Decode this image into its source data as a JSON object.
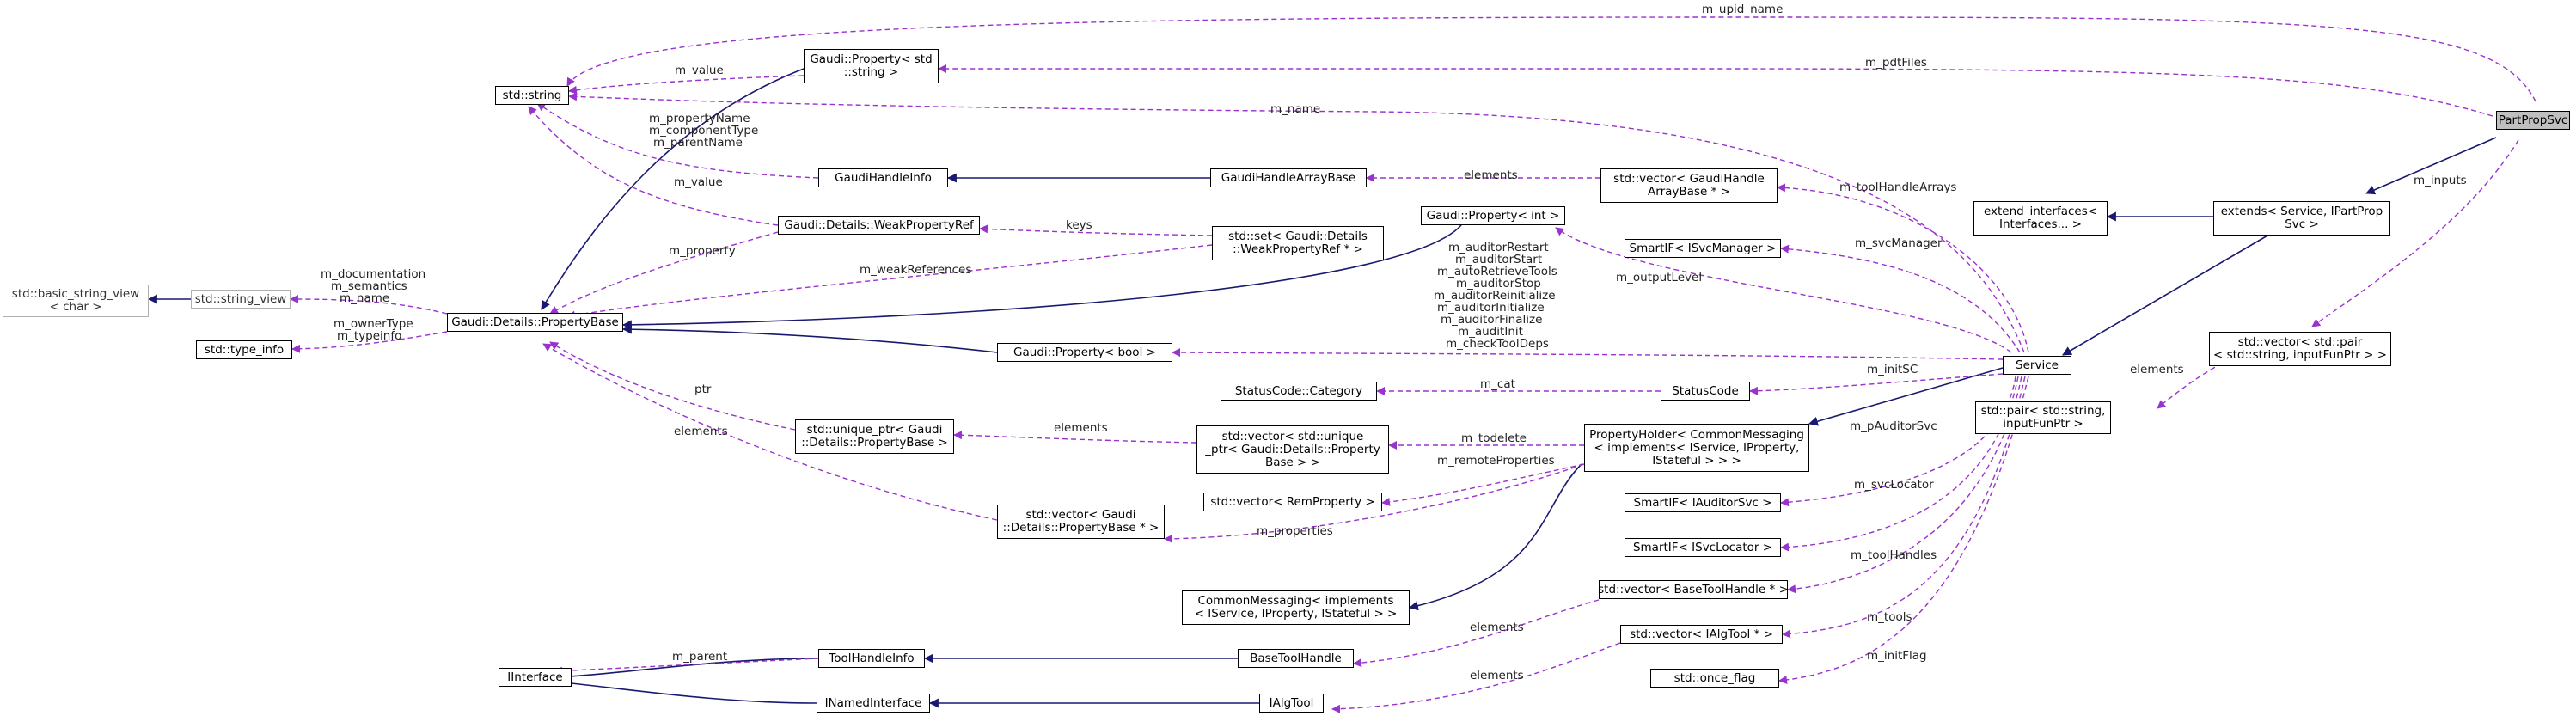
{
  "nodes": {
    "partpropsvc": {
      "lines": [
        "PartPropSvc"
      ]
    },
    "std_string": {
      "lines": [
        "std::string"
      ]
    },
    "prop_string": {
      "lines": [
        "Gaudi::Property< std",
        "::string >"
      ]
    },
    "gaudi_handle_info": {
      "lines": [
        "GaudiHandleInfo"
      ]
    },
    "gaudi_handle_array_base": {
      "lines": [
        "GaudiHandleArrayBase"
      ]
    },
    "vec_handle_array": {
      "lines": [
        "std::vector< GaudiHandle",
        "ArrayBase * >"
      ]
    },
    "weak_property_ref": {
      "lines": [
        "Gaudi::Details::WeakPropertyRef"
      ]
    },
    "set_weak": {
      "lines": [
        "std::set< Gaudi::Details",
        "::WeakPropertyRef * >"
      ]
    },
    "prop_int": {
      "lines": [
        "Gaudi::Property< int >"
      ]
    },
    "smart_svcmanager": {
      "lines": [
        "SmartIF< ISvcManager >"
      ]
    },
    "extend_interfaces": {
      "lines": [
        "extend_interfaces<",
        "Interfaces... >"
      ]
    },
    "extends_service": {
      "lines": [
        "extends< Service, IPartProp",
        "Svc >"
      ]
    },
    "basic_string_view": {
      "lines": [
        "std::basic_string_view",
        "< char >"
      ]
    },
    "string_view": {
      "lines": [
        "std::string_view"
      ]
    },
    "property_base": {
      "lines": [
        "Gaudi::Details::PropertyBase"
      ]
    },
    "type_info": {
      "lines": [
        "std::type_info"
      ]
    },
    "prop_bool": {
      "lines": [
        "Gaudi::Property< bool >"
      ]
    },
    "status_category": {
      "lines": [
        "StatusCode::Category"
      ]
    },
    "status_code": {
      "lines": [
        "StatusCode"
      ]
    },
    "service": {
      "lines": [
        "Service"
      ]
    },
    "vec_pair": {
      "lines": [
        "std::vector< std::pair",
        "< std::string, inputFunPtr > >"
      ]
    },
    "pair": {
      "lines": [
        "std::pair< std::string,",
        "inputFunPtr >"
      ]
    },
    "unique_ptr": {
      "lines": [
        "std::unique_ptr< Gaudi",
        "::Details::PropertyBase >"
      ]
    },
    "vec_unique_ptr": {
      "lines": [
        "std::vector< std::unique",
        "_ptr< Gaudi::Details::Property",
        "Base > >"
      ]
    },
    "property_holder": {
      "lines": [
        "PropertyHolder< CommonMessaging",
        "< implements< IService, IProperty,",
        "IStateful > > >"
      ]
    },
    "vec_remproperty": {
      "lines": [
        "std::vector< RemProperty >"
      ]
    },
    "vec_propertybase": {
      "lines": [
        "std::vector< Gaudi",
        "::Details::PropertyBase * >"
      ]
    },
    "smart_auditorsvc": {
      "lines": [
        "SmartIF< IAuditorSvc >"
      ]
    },
    "smart_svclocator": {
      "lines": [
        "SmartIF< ISvcLocator >"
      ]
    },
    "common_messaging": {
      "lines": [
        "CommonMessaging< implements",
        "< IService, IProperty, IStateful > >"
      ]
    },
    "vec_basetoolhandle": {
      "lines": [
        "std::vector< BaseToolHandle * >"
      ]
    },
    "tool_handle_info": {
      "lines": [
        "ToolHandleInfo"
      ]
    },
    "base_tool_handle": {
      "lines": [
        "BaseToolHandle"
      ]
    },
    "vec_ialgtool": {
      "lines": [
        "std::vector< IAlgTool * >"
      ]
    },
    "iinterface": {
      "lines": [
        "IInterface"
      ]
    },
    "inamed_interface": {
      "lines": [
        "INamedInterface"
      ]
    },
    "ialgtool": {
      "lines": [
        "IAlgTool"
      ]
    },
    "once_flag": {
      "lines": [
        "std::once_flag"
      ]
    }
  },
  "edge_labels": {
    "m_upid_name": "m_upid_name",
    "m_pdtFiles": "m_pdtFiles",
    "m_value_1": "m_value",
    "m_name": "m_name",
    "m_propertyName": "m_propertyName",
    "m_componentType": "m_componentType",
    "m_parentName": "m_parentName",
    "m_value_2": "m_value",
    "elements_1": "elements",
    "m_toolHandleArrays": "m_toolHandleArrays",
    "keys": "keys",
    "m_property": "m_property",
    "m_weakReferences": "m_weakReferences",
    "m_svcManager": "m_svcManager",
    "m_inputs": "m_inputs",
    "m_outputLevel": "m_outputLevel",
    "m_documentation": "m_documentation",
    "m_semantics": "m_semantics",
    "m_name_2": "m_name",
    "m_ownerType": "m_ownerType",
    "m_typeinfo": "m_typeinfo",
    "m_auditorRestart": "m_auditorRestart",
    "m_auditorStart": "m_auditorStart",
    "m_autoRetrieveTools": "m_autoRetrieveTools",
    "m_auditorStop": "m_auditorStop",
    "m_auditorReinitialize": "m_auditorReinitialize",
    "m_auditorInitialize": "m_auditorInitialize",
    "m_auditorFinalize": "m_auditorFinalize",
    "m_auditInit": "m_auditInit",
    "m_checkToolDeps": "m_checkToolDeps",
    "m_cat": "m_cat",
    "m_initSC": "m_initSC",
    "elements_pair": "elements",
    "ptr": "ptr",
    "elements_2": "elements",
    "m_todelete": "m_todelete",
    "m_remoteProperties": "m_remoteProperties",
    "elements_3": "elements",
    "m_pAuditorSvc": "m_pAuditorSvc",
    "m_svcLocator": "m_svcLocator",
    "m_properties": "m_properties",
    "m_toolHandles": "m_toolHandles",
    "elements_4": "elements",
    "m_tools": "m_tools",
    "m_parent": "m_parent",
    "elements_5": "elements",
    "m_initFlag": "m_initFlag"
  }
}
